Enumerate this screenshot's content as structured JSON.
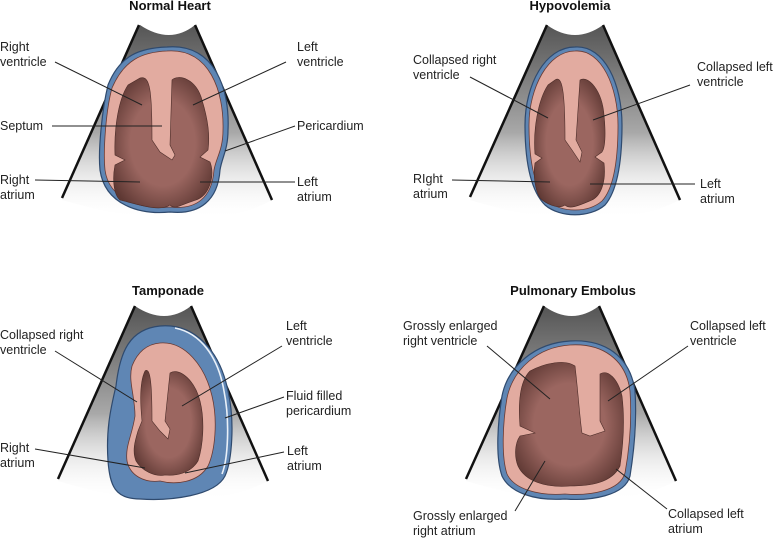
{
  "figure": {
    "colors": {
      "pericardium": "#5f86b4",
      "pericardium_edge": "#2f4a6e",
      "fluid_highlight": "#e9f0f8",
      "myocardium": "#e2aba0",
      "myocardium_edge": "#6a3a33",
      "chamber": "#9b6660",
      "chamber_dark": "#6e4540",
      "beam_top": "#5a5a5a",
      "beam_bottom": "#ffffff",
      "beam_edge": "#111111",
      "leader": "#222222"
    },
    "panels": [
      {
        "id": "normal",
        "title": "Normal Heart",
        "labels": [
          {
            "key": "rv",
            "text": "Right\nventricle"
          },
          {
            "key": "lv",
            "text": "Left\nventricle"
          },
          {
            "key": "septum",
            "text": "Septum"
          },
          {
            "key": "peri",
            "text": "Pericardium"
          },
          {
            "key": "ra",
            "text": "Right\natrium"
          },
          {
            "key": "la",
            "text": "Left\natrium"
          }
        ]
      },
      {
        "id": "hypovolemia",
        "title": "Hypovolemia",
        "labels": [
          {
            "key": "rv",
            "text": "Collapsed right\nventricle"
          },
          {
            "key": "lv",
            "text": "Collapsed left\nventricle"
          },
          {
            "key": "ra",
            "text": "RIght\natrium"
          },
          {
            "key": "la",
            "text": "Left\natrium"
          }
        ]
      },
      {
        "id": "tamponade",
        "title": "Tamponade",
        "labels": [
          {
            "key": "rv",
            "text": "Collapsed right\nventricle"
          },
          {
            "key": "lv",
            "text": "Left\nventricle"
          },
          {
            "key": "peri",
            "text": "Fluid filled\npericardium"
          },
          {
            "key": "ra",
            "text": "Right\natrium"
          },
          {
            "key": "la",
            "text": "Left\natrium"
          }
        ]
      },
      {
        "id": "pe",
        "title": "Pulmonary Embolus",
        "labels": [
          {
            "key": "rv",
            "text": "Grossly enlarged\nright ventricle"
          },
          {
            "key": "lv",
            "text": "Collapsed left\nventricle"
          },
          {
            "key": "ra",
            "text": "Grossly enlarged\nright atrium"
          },
          {
            "key": "la",
            "text": "Collapsed left\natrium"
          }
        ]
      }
    ]
  }
}
